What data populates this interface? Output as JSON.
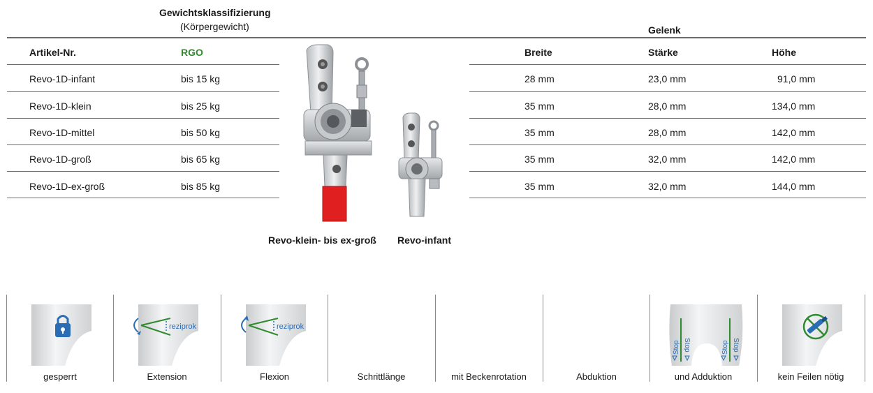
{
  "left_table": {
    "group_title": "Gewichtsklassifizierung",
    "group_subtitle": "(Körpergewicht)",
    "col_article": "Artikel-Nr.",
    "col_rgo": "RGO",
    "rows": [
      {
        "article": "Revo-1D-infant",
        "rgo": "bis 15 kg"
      },
      {
        "article": "Revo-1D-klein",
        "rgo": "bis 25 kg"
      },
      {
        "article": "Revo-1D-mittel",
        "rgo": "bis 50 kg"
      },
      {
        "article": "Revo-1D-groß",
        "rgo": "bis 65 kg"
      },
      {
        "article": "Revo-1D-ex-groß",
        "rgo": "bis 85 kg"
      }
    ]
  },
  "right_table": {
    "group_title": "Gelenk",
    "col_breite": "Breite",
    "col_staerke": "Stärke",
    "col_hoehe": "Höhe",
    "rows": [
      {
        "breite": "28 mm",
        "staerke": "23,0 mm",
        "hoehe": "91,0 mm"
      },
      {
        "breite": "35 mm",
        "staerke": "28,0 mm",
        "hoehe": "134,0 mm"
      },
      {
        "breite": "35 mm",
        "staerke": "28,0 mm",
        "hoehe": "142,0 mm"
      },
      {
        "breite": "35 mm",
        "staerke": "32,0 mm",
        "hoehe": "142,0 mm"
      },
      {
        "breite": "35 mm",
        "staerke": "32,0 mm",
        "hoehe": "144,0 mm"
      }
    ]
  },
  "images": {
    "caption_large": "Revo-klein- bis ex-groß",
    "caption_small": "Revo-infant"
  },
  "features": [
    {
      "label": "gesperrt",
      "icon": "lock-icon"
    },
    {
      "label": "Extension",
      "icon": "extension-reciprocal-icon",
      "tag": "reziprok"
    },
    {
      "label": "Flexion",
      "icon": "flexion-reciprocal-icon",
      "tag": "reziprok"
    },
    {
      "label": "Schrittlänge",
      "icon": "none"
    },
    {
      "label": "mit Beckenrotation",
      "icon": "none"
    },
    {
      "label": "Abduktion",
      "icon": "none"
    },
    {
      "label": "und Adduktion",
      "icon": "adduction-stop-icon",
      "tag": "Stop"
    },
    {
      "label": "kein Feilen nötig",
      "icon": "no-filing-icon"
    }
  ],
  "colors": {
    "accent_green": "#2e8b2e",
    "accent_blue": "#2a6db5",
    "rgo_red": "#e02020"
  }
}
